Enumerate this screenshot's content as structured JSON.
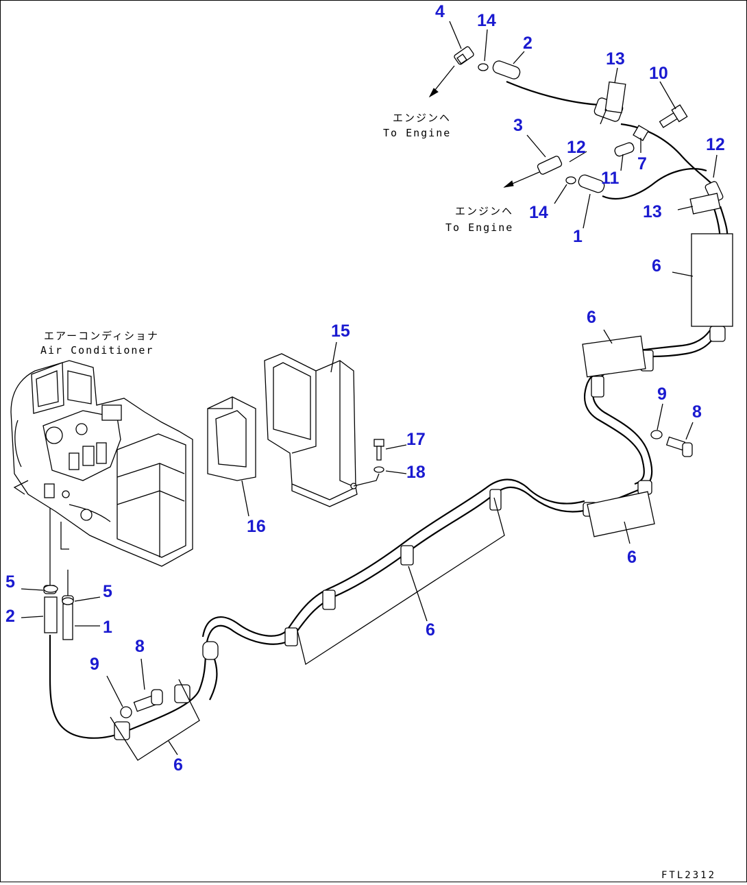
{
  "notes": {
    "to_engine_jp_upper": "エンジンヘ",
    "to_engine_en_upper": "To Engine",
    "to_engine_jp_lower": "エンジンヘ",
    "to_engine_en_lower": "To Engine",
    "air_conditioner_jp": "エアーコンディショナ",
    "air_conditioner_en": "Air Conditioner"
  },
  "figure_code": "FTL2312",
  "callouts": [
    {
      "id": "c4",
      "label": "4"
    },
    {
      "id": "c14a",
      "label": "14"
    },
    {
      "id": "c2a",
      "label": "2"
    },
    {
      "id": "c13a",
      "label": "13"
    },
    {
      "id": "c10",
      "label": "10"
    },
    {
      "id": "c3",
      "label": "3"
    },
    {
      "id": "c12a",
      "label": "12"
    },
    {
      "id": "c11",
      "label": "11"
    },
    {
      "id": "c7",
      "label": "7"
    },
    {
      "id": "c12b",
      "label": "12"
    },
    {
      "id": "c13b",
      "label": "13"
    },
    {
      "id": "c14b",
      "label": "14"
    },
    {
      "id": "c1a",
      "label": "1"
    },
    {
      "id": "c6a",
      "label": "6"
    },
    {
      "id": "c6b",
      "label": "6"
    },
    {
      "id": "c15",
      "label": "15"
    },
    {
      "id": "c9a",
      "label": "9"
    },
    {
      "id": "c8a",
      "label": "8"
    },
    {
      "id": "c17",
      "label": "17"
    },
    {
      "id": "c18",
      "label": "18"
    },
    {
      "id": "c16",
      "label": "16"
    },
    {
      "id": "c6c",
      "label": "6"
    },
    {
      "id": "c5a",
      "label": "5"
    },
    {
      "id": "c5b",
      "label": "5"
    },
    {
      "id": "c2b",
      "label": "2"
    },
    {
      "id": "c1b",
      "label": "1"
    },
    {
      "id": "c6d",
      "label": "6"
    },
    {
      "id": "c8b",
      "label": "8"
    },
    {
      "id": "c9b",
      "label": "9"
    },
    {
      "id": "c6e",
      "label": "6"
    }
  ]
}
